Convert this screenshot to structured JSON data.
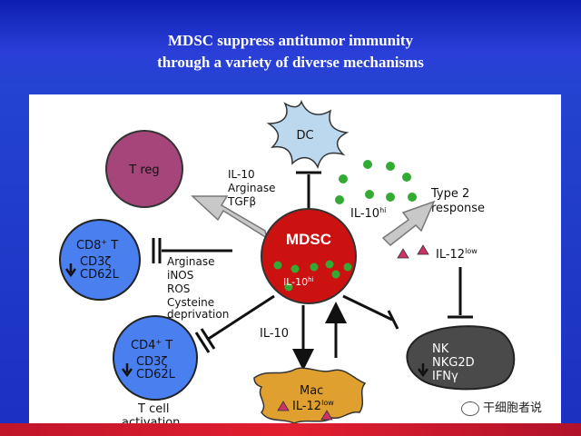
{
  "title_line1": "MDSC suppress antitumor immunity",
  "title_line2": "through a variety of diverse mechanisms",
  "center": {
    "name": "MDSC",
    "sub": "IL-10",
    "sub_sup": "hi"
  },
  "dc": {
    "label": "DC"
  },
  "treg": {
    "label": "T reg"
  },
  "treg_factors": [
    "IL-10",
    "Arginase",
    "TGFβ"
  ],
  "il10hi": {
    "label": "IL-10",
    "sup": "hi"
  },
  "type2": {
    "line1": "Type 2",
    "line2": "response"
  },
  "il12low": {
    "label": "IL-12",
    "sup": "low"
  },
  "cd8": {
    "title": "CD8",
    "title_sup": "+",
    "title_suffix": " T",
    "m1": "CD3ζ",
    "m2": "CD62L"
  },
  "cd8_factors": [
    "Arginase",
    "iNOS",
    "ROS",
    "Cysteine",
    "deprivation"
  ],
  "cd4": {
    "title": "CD4",
    "title_sup": "+",
    "title_suffix": " T",
    "m1": "CD3ζ",
    "m2": "CD62L"
  },
  "tcell": {
    "line1": "T cell",
    "line2": "activation"
  },
  "il10_mac": {
    "label": "IL-10"
  },
  "mac": {
    "label": "Mac",
    "il": "IL-12",
    "il_sup": "low"
  },
  "nk": {
    "l1": "NK",
    "l2": "NKG2D",
    "l3": "IFNγ"
  },
  "watermark": "干细胞者说",
  "colors": {
    "background": "#1c2fc0",
    "mdsc": "#cc1111",
    "dot": "#33aa33",
    "treg": "#a6457a",
    "tcell": "#4a7ff0",
    "nk": "#4a4a4a",
    "mac": "#e0a030",
    "dc": "#bcd8ee"
  }
}
